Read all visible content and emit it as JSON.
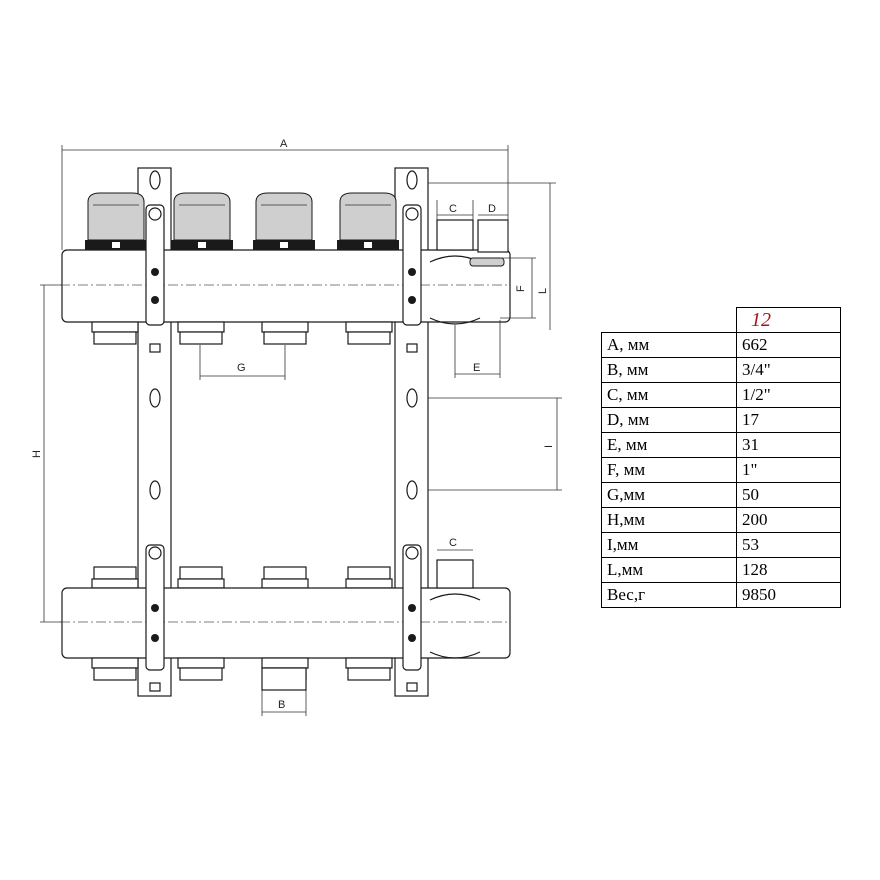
{
  "dimension_labels": {
    "A": "A",
    "B": "B",
    "C_top": "C",
    "C_bottom": "C",
    "D": "D",
    "E": "E",
    "F": "F",
    "G": "G",
    "H": "H",
    "I": "I",
    "L": "L"
  },
  "spec_table": {
    "model": "12",
    "rows": [
      {
        "param": "A, мм",
        "value": "662"
      },
      {
        "param": "B, мм",
        "value": "3/4\""
      },
      {
        "param": "C, мм",
        "value": "1/2\""
      },
      {
        "param": "D, мм",
        "value": "17"
      },
      {
        "param": "E, мм",
        "value": "31"
      },
      {
        "param": "F, мм",
        "value": "1\""
      },
      {
        "param": "G,мм",
        "value": "50"
      },
      {
        "param": "H,мм",
        "value": "200"
      },
      {
        "param": "I,мм",
        "value": "53"
      },
      {
        "param": "L,мм",
        "value": "128"
      },
      {
        "param": "Вес,г",
        "value": "9850"
      }
    ]
  }
}
